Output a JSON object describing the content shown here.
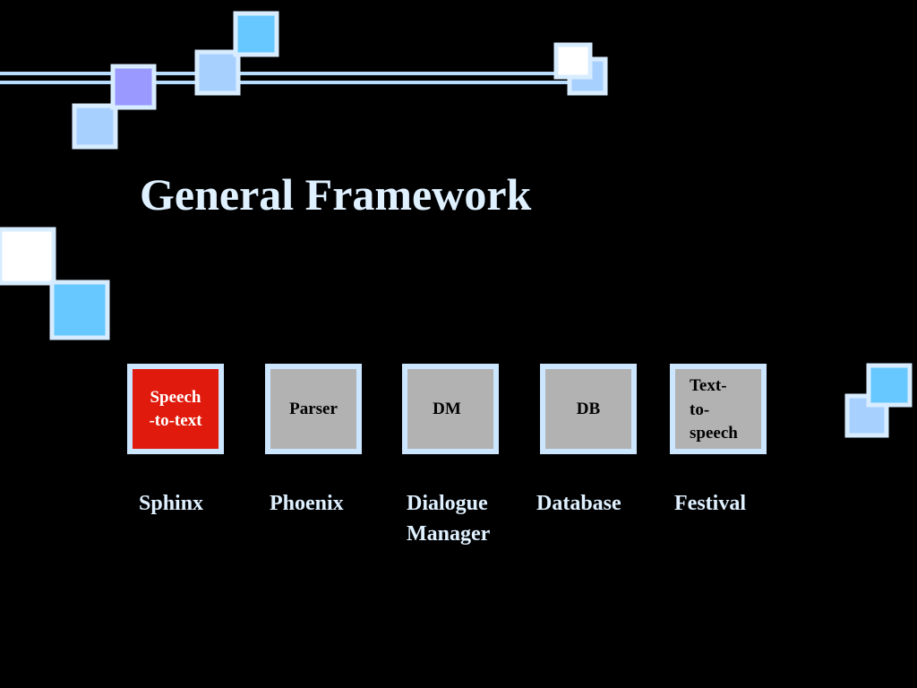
{
  "slide": {
    "title": "General Framework",
    "colors": {
      "background": "#000000",
      "title_text": "#dff0ff",
      "box_border": "#cce6ff",
      "box_fill": "#b2b2b2",
      "highlight_fill": "#e01a0c",
      "deco_square_light": "#a8d0ff",
      "deco_square_cyan": "#66c8ff",
      "deco_square_violet": "#9999ff",
      "deco_square_white": "#ffffff"
    }
  },
  "pipeline": [
    {
      "box_text": "Speech\n-to-text",
      "label": "Sphinx",
      "highlighted": true
    },
    {
      "box_text": "Parser",
      "label": "Phoenix",
      "highlighted": false
    },
    {
      "box_text": "DM",
      "label": "Dialogue\nManager",
      "highlighted": false
    },
    {
      "box_text": "DB",
      "label": "Database",
      "highlighted": false
    },
    {
      "box_text": "Text-\nto-\nspeech",
      "label": "Festival",
      "highlighted": false
    }
  ]
}
